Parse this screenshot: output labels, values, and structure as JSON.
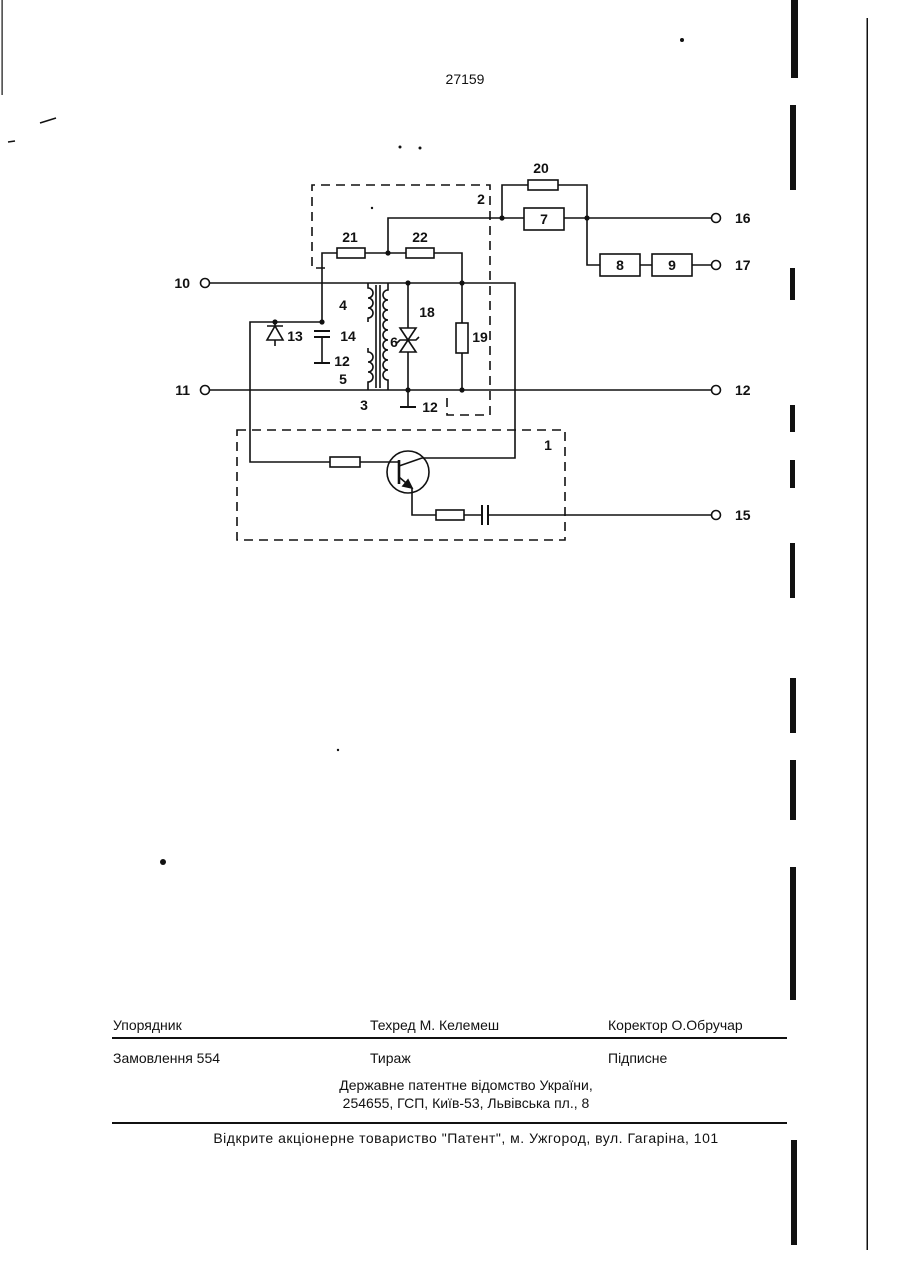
{
  "colors": {
    "ink": "#111111",
    "paper": "#ffffff"
  },
  "page": {
    "number": "27159"
  },
  "diagram": {
    "labels": {
      "block1": "1",
      "block2": "2",
      "transformer3": "3",
      "winding4": "4",
      "winding5": "5",
      "winding6": "6",
      "block7": "7",
      "block8": "8",
      "block9": "9",
      "terminal10": "10",
      "terminal11": "11",
      "ground_left": "12",
      "ground_right": "12",
      "terminal12": "12",
      "diode13": "13",
      "capacitor14": "14",
      "terminal15": "15",
      "terminal16": "16",
      "terminal17": "17",
      "diode18": "18",
      "resistor19": "19",
      "resistor20": "20",
      "resistor21": "21",
      "resistor22": "22"
    }
  },
  "footer": {
    "compiler": "Упорядник",
    "tech_editor": "Техред М. Келемеш",
    "corrector": "Коректор О.Обручар",
    "order": "Замовлення 554",
    "circulation": "Тираж",
    "subscription": "Підписне",
    "office_line1": "Державне патентне відомство України,",
    "office_line2": "254655, ГСП, Київ-53, Львівська пл., 8",
    "printer": "Відкрите акціонерне товариство \"Патент\", м. Ужгород, вул. Гагаріна, 101"
  }
}
